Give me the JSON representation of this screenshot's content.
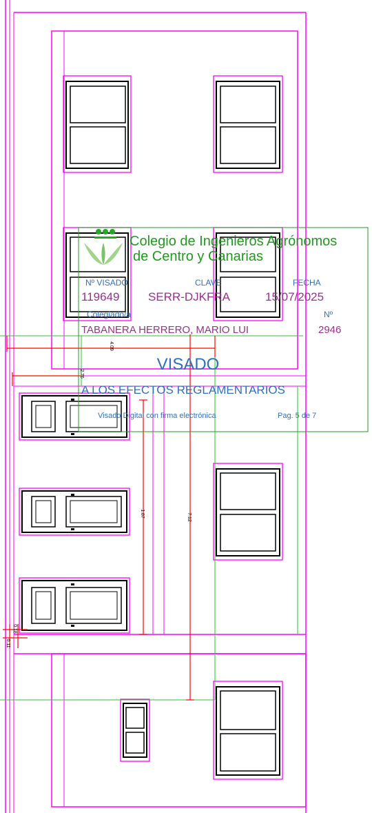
{
  "drawing": {
    "dimensions": [
      "4.09",
      "2.76",
      "1.87",
      "7.12",
      "0.18",
      "0.11"
    ],
    "colors": {
      "outline": "#ff00ff",
      "frame": "#000000",
      "dimension": "#ff0000",
      "guide": "#22cc22"
    }
  },
  "stamp": {
    "org_line1": "Colegio de Ingenieros Agrónomos",
    "org_line2": "de Centro y Canarias",
    "visado_no_label": "Nº VISADO",
    "clave_label": "CLAVE",
    "fecha_label": "FECHA",
    "visado_no": "119649",
    "clave": "SERR-DJKFRA",
    "fecha": "15/07/2025",
    "colegiado_label": "Colegiado/a",
    "numero_label": "Nº",
    "colegiado": "TABANERA HERRERO, MARIO LUI",
    "numero": "2946",
    "visado": "VISADO",
    "efectos": "A LOS EFECTOS REGLAMENTARIOS",
    "firma": "Visado Digital con firma electrónica",
    "pagina": "Pag. 5 de 7",
    "colors": {
      "green": "#1f9a1f",
      "blue": "#2f6fc0",
      "purple": "#9b2f8f"
    }
  }
}
